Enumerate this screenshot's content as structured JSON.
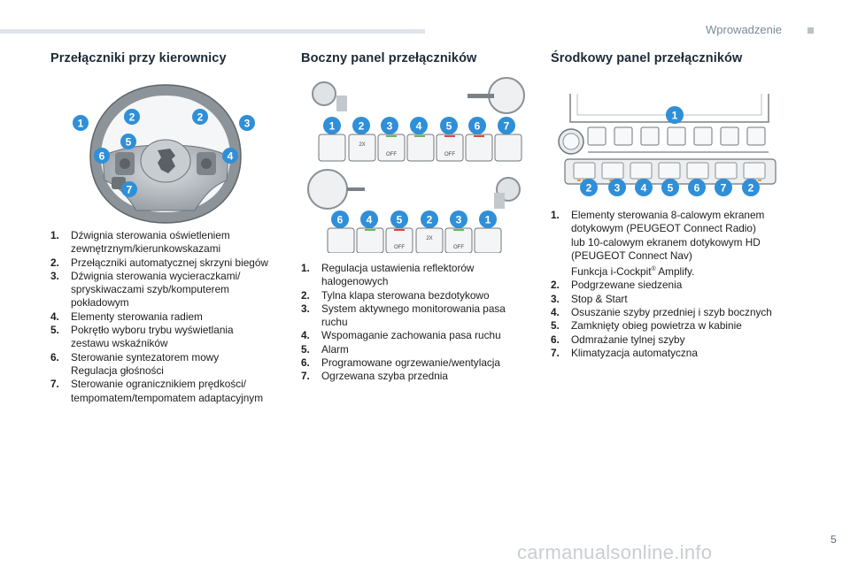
{
  "header": {
    "section": "Wprowadzenie",
    "page_number": "5"
  },
  "col1": {
    "title": "Przełączniki przy kierownicy",
    "badges": [
      "1",
      "2",
      "2",
      "3",
      "5",
      "6",
      "4",
      "7"
    ],
    "items": [
      {
        "n": "1.",
        "lines": [
          "Dźwignia sterowania oświetleniem",
          "zewnętrznym/kierunkowskazami"
        ]
      },
      {
        "n": "2.",
        "lines": [
          "Przełączniki automatycznej skrzyni biegów"
        ]
      },
      {
        "n": "3.",
        "lines": [
          "Dźwignia sterowania wycieraczkami/",
          "spryskiwaczami szyb/komputerem",
          "pokładowym"
        ]
      },
      {
        "n": "4.",
        "lines": [
          "Elementy sterowania radiem"
        ]
      },
      {
        "n": "5.",
        "lines": [
          "Pokrętło wyboru trybu wyświetlania",
          "zestawu wskaźników"
        ]
      },
      {
        "n": "6.",
        "lines": [
          "Sterowanie syntezatorem mowy",
          "Regulacja głośności"
        ]
      },
      {
        "n": "7.",
        "lines": [
          "Sterowanie ogranicznikiem prędkości/",
          "tempomatem/tempomatem adaptacyjnym"
        ]
      }
    ]
  },
  "col2": {
    "title": "Boczny panel przełączników",
    "badges_top": [
      "1",
      "2",
      "3",
      "4",
      "5",
      "6",
      "7"
    ],
    "badges_bottom": [
      "6",
      "4",
      "5",
      "2",
      "3",
      "1"
    ],
    "button_labels": {
      "twox": "2X",
      "off": "OFF"
    },
    "items": [
      {
        "n": "1.",
        "lines": [
          "Regulacja ustawienia reflektorów",
          "halogenowych"
        ]
      },
      {
        "n": "2.",
        "lines": [
          "Tylna klapa sterowana bezdotykowo"
        ]
      },
      {
        "n": "3.",
        "lines": [
          "System aktywnego monitorowania pasa",
          "ruchu"
        ]
      },
      {
        "n": "4.",
        "lines": [
          "Wspomaganie zachowania pasa ruchu"
        ]
      },
      {
        "n": "5.",
        "lines": [
          "Alarm"
        ]
      },
      {
        "n": "6.",
        "lines": [
          "Programowane ogrzewanie/wentylacja"
        ]
      },
      {
        "n": "7.",
        "lines": [
          "Ogrzewana szyba przednia"
        ]
      }
    ]
  },
  "col3": {
    "title": "Środkowy panel przełączników",
    "badges_top": [
      "1"
    ],
    "badges_bottom": [
      "2",
      "3",
      "4",
      "5",
      "6",
      "7",
      "2"
    ],
    "items": [
      {
        "n": "1.",
        "lines": [
          "Elementy sterowania 8-calowym ekranem",
          "dotykowym (PEUGEOT Connect Radio)",
          "lub 10-calowym ekranem dotykowym HD",
          "(PEUGEOT Connect Nav)"
        ],
        "extra_pre": "Funkcja i-Cockpit",
        "extra_sup": "®",
        "extra_post": " Amplify."
      },
      {
        "n": "2.",
        "lines": [
          "Podgrzewane siedzenia"
        ]
      },
      {
        "n": "3.",
        "lines": [
          "Stop & Start"
        ]
      },
      {
        "n": "4.",
        "lines": [
          "Osuszanie szyby przedniej i szyb bocznych"
        ]
      },
      {
        "n": "5.",
        "lines": [
          "Zamknięty obieg powietrza w kabinie"
        ]
      },
      {
        "n": "6.",
        "lines": [
          "Odmrażanie tylnej szyby"
        ]
      },
      {
        "n": "7.",
        "lines": [
          "Klimatyzacja automatyczna"
        ]
      }
    ]
  },
  "watermark": "carmanualsonline.info",
  "colors": {
    "badge": "#2f8fd8",
    "heading": "#1d2a36",
    "header": "#7a8a96"
  }
}
